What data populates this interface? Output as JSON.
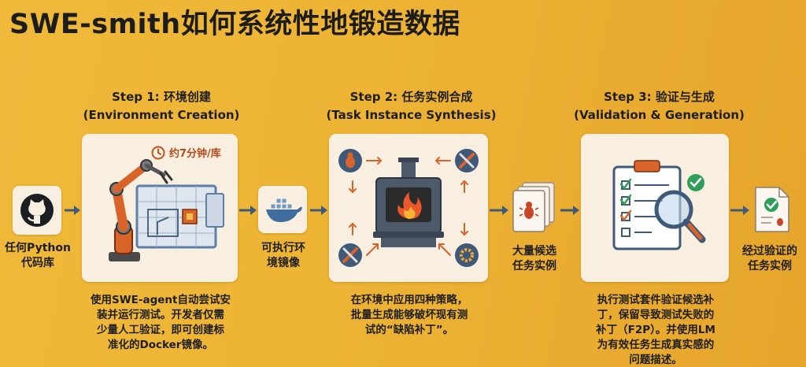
{
  "title": "SWE-smith如何系统性地锻造数据",
  "steps": [
    {
      "head_line1": "Step 1: 环境创建",
      "head_line2": "(Environment Creation)",
      "badge": "约7分钟/库",
      "desc": [
        "使用SWE-agent自动尝试安",
        "装并运行测试。开发者仅需",
        "少量人工验证，即可创建标",
        "准化的Docker镜像。"
      ]
    },
    {
      "head_line1": "Step 2: 任务实例合成",
      "head_line2": "(Task Instance Synthesis)",
      "desc": [
        "在环境中应用四种策略，",
        "批量生成能够破坏现有测",
        "试的“缺陷补丁”。"
      ]
    },
    {
      "head_line1": "Step 3: 验证与生成",
      "head_line2": "(Validation & Generation)",
      "desc": [
        "执行测试套件验证候选补",
        "丁，保留导致测试失败的",
        "补丁（F2P）。并使用LM",
        "为有效任务生成真实感的",
        "问题描述。"
      ]
    }
  ],
  "nodes": {
    "source": [
      "任何Python",
      "代码库"
    ],
    "docker": [
      "可执行环",
      "境镜像"
    ],
    "candidates": [
      "大量候选",
      "任务实例"
    ],
    "output": [
      "经过验证的",
      "任务实例"
    ]
  },
  "colors": {
    "background": "#edb334",
    "card": "#f8efe0",
    "arrow": "#3f5a78",
    "accent_orange": "#d8642a",
    "blueprint_blue": "#5b7fa6"
  }
}
